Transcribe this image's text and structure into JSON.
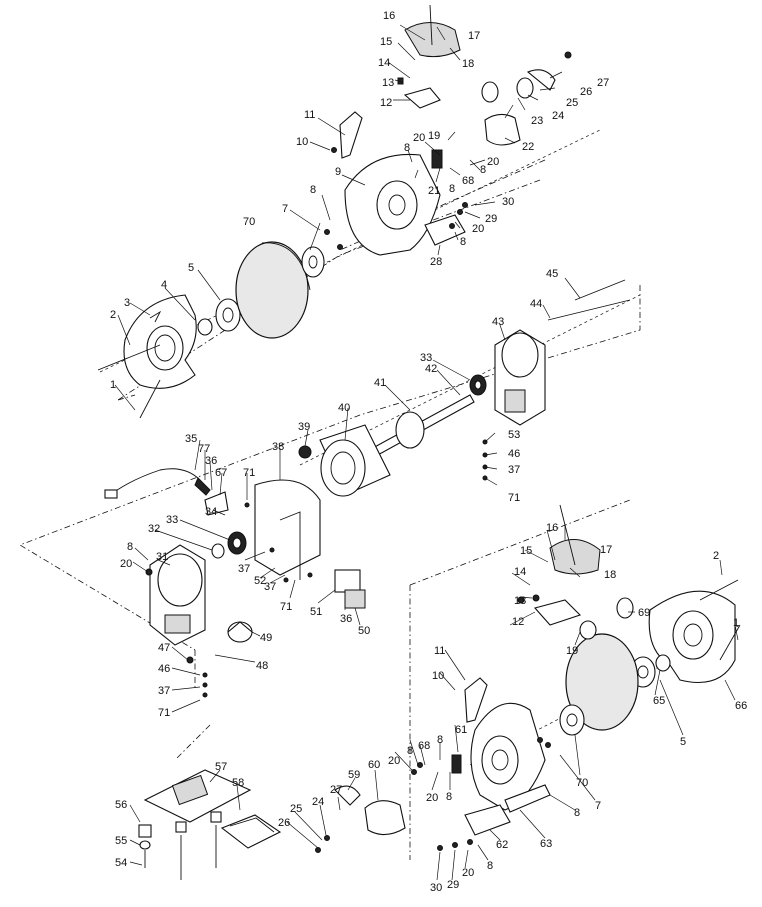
{
  "callouts": [
    {
      "id": "c1",
      "text": "16"
    },
    {
      "id": "c2",
      "text": "17"
    },
    {
      "id": "c3",
      "text": "15"
    },
    {
      "id": "c4",
      "text": "18"
    },
    {
      "id": "c5",
      "text": "14"
    },
    {
      "id": "c6",
      "text": "27"
    },
    {
      "id": "c7",
      "text": "13"
    },
    {
      "id": "c8",
      "text": "26"
    },
    {
      "id": "c9",
      "text": "12"
    },
    {
      "id": "c10",
      "text": "25"
    },
    {
      "id": "c11",
      "text": "24"
    },
    {
      "id": "c12",
      "text": "23"
    },
    {
      "id": "c13",
      "text": "11"
    },
    {
      "id": "c14",
      "text": "20"
    },
    {
      "id": "c15",
      "text": "19"
    },
    {
      "id": "c16",
      "text": "10"
    },
    {
      "id": "c17",
      "text": "8"
    },
    {
      "id": "c18",
      "text": "22"
    },
    {
      "id": "c19",
      "text": "20"
    },
    {
      "id": "c20",
      "text": "9"
    },
    {
      "id": "c21",
      "text": "21"
    },
    {
      "id": "c22",
      "text": "8"
    },
    {
      "id": "c23",
      "text": "68"
    },
    {
      "id": "c24",
      "text": "8"
    },
    {
      "id": "c25",
      "text": "8"
    },
    {
      "id": "c26",
      "text": "30"
    },
    {
      "id": "c27",
      "text": "7"
    },
    {
      "id": "c28",
      "text": "29"
    },
    {
      "id": "c29",
      "text": "20"
    },
    {
      "id": "c30",
      "text": "70"
    },
    {
      "id": "c31",
      "text": "8"
    },
    {
      "id": "c32",
      "text": "28"
    },
    {
      "id": "c33",
      "text": "45"
    },
    {
      "id": "c34",
      "text": "5"
    },
    {
      "id": "c35",
      "text": "44"
    },
    {
      "id": "c36",
      "text": "4"
    },
    {
      "id": "c37",
      "text": "3"
    },
    {
      "id": "c38",
      "text": "43"
    },
    {
      "id": "c39",
      "text": "2"
    },
    {
      "id": "c40",
      "text": "33"
    },
    {
      "id": "c41",
      "text": "42"
    },
    {
      "id": "c42",
      "text": "41"
    },
    {
      "id": "c43",
      "text": "1"
    },
    {
      "id": "c44",
      "text": "40"
    },
    {
      "id": "c45",
      "text": "39"
    },
    {
      "id": "c46",
      "text": "53"
    },
    {
      "id": "c47",
      "text": "35"
    },
    {
      "id": "c48",
      "text": "77"
    },
    {
      "id": "c49",
      "text": "38"
    },
    {
      "id": "c50",
      "text": "46"
    },
    {
      "id": "c51",
      "text": "36"
    },
    {
      "id": "c52",
      "text": "37"
    },
    {
      "id": "c53",
      "text": "67"
    },
    {
      "id": "c54",
      "text": "71"
    },
    {
      "id": "c55",
      "text": "71"
    },
    {
      "id": "c56",
      "text": "34"
    },
    {
      "id": "c57",
      "text": "33"
    },
    {
      "id": "c58",
      "text": "32"
    },
    {
      "id": "c59",
      "text": "16"
    },
    {
      "id": "c60",
      "text": "17"
    },
    {
      "id": "c61",
      "text": "20"
    },
    {
      "id": "c62",
      "text": "31"
    },
    {
      "id": "c63",
      "text": "8"
    },
    {
      "id": "c64",
      "text": "37"
    },
    {
      "id": "c65",
      "text": "52"
    },
    {
      "id": "c66",
      "text": "37"
    },
    {
      "id": "c67",
      "text": "15"
    },
    {
      "id": "c68",
      "text": "18"
    },
    {
      "id": "c69",
      "text": "2"
    },
    {
      "id": "c70",
      "text": "14"
    },
    {
      "id": "c71",
      "text": "13"
    },
    {
      "id": "c72",
      "text": "69"
    },
    {
      "id": "c73",
      "text": "71"
    },
    {
      "id": "c74",
      "text": "51"
    },
    {
      "id": "c75",
      "text": "36"
    },
    {
      "id": "c76",
      "text": "12"
    },
    {
      "id": "c77",
      "text": "50"
    },
    {
      "id": "c78",
      "text": "1"
    },
    {
      "id": "c79",
      "text": "49"
    },
    {
      "id": "c80",
      "text": "19"
    },
    {
      "id": "c81",
      "text": "47"
    },
    {
      "id": "c82",
      "text": "48"
    },
    {
      "id": "c83",
      "text": "46"
    },
    {
      "id": "c84",
      "text": "11"
    },
    {
      "id": "c85",
      "text": "37"
    },
    {
      "id": "c86",
      "text": "10"
    },
    {
      "id": "c87",
      "text": "65"
    },
    {
      "id": "c88",
      "text": "66"
    },
    {
      "id": "c89",
      "text": "5"
    },
    {
      "id": "c90",
      "text": "71"
    },
    {
      "id": "c91",
      "text": "61"
    },
    {
      "id": "c92",
      "text": "20"
    },
    {
      "id": "c93",
      "text": "68"
    },
    {
      "id": "c94",
      "text": "8"
    },
    {
      "id": "c95",
      "text": "8"
    },
    {
      "id": "c96",
      "text": "70"
    },
    {
      "id": "c97",
      "text": "57"
    },
    {
      "id": "c98",
      "text": "7"
    },
    {
      "id": "c99",
      "text": "58"
    },
    {
      "id": "c100",
      "text": "20"
    },
    {
      "id": "c101",
      "text": "8"
    },
    {
      "id": "c102",
      "text": "56"
    },
    {
      "id": "c103",
      "text": "27"
    },
    {
      "id": "c104",
      "text": "59"
    },
    {
      "id": "c105",
      "text": "60"
    },
    {
      "id": "c106",
      "text": "8"
    },
    {
      "id": "c107",
      "text": "25"
    },
    {
      "id": "c108",
      "text": "24"
    },
    {
      "id": "c109",
      "text": "63"
    },
    {
      "id": "c110",
      "text": "26"
    },
    {
      "id": "c111",
      "text": "55"
    },
    {
      "id": "c112",
      "text": "62"
    },
    {
      "id": "c113",
      "text": "54"
    },
    {
      "id": "c114",
      "text": "20"
    },
    {
      "id": "c115",
      "text": "8"
    },
    {
      "id": "c116",
      "text": "30"
    },
    {
      "id": "c117",
      "text": "29"
    }
  ]
}
